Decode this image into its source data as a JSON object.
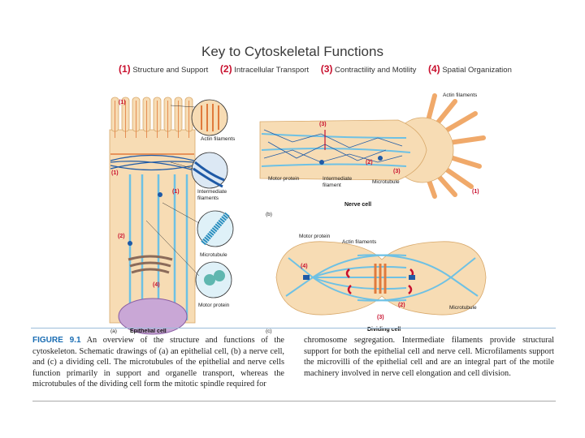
{
  "key": {
    "title": "Key to Cytoskeletal Functions",
    "items": [
      {
        "num": "(1)",
        "label": "Structure and Support"
      },
      {
        "num": "(2)",
        "label": "Intracellular Transport"
      },
      {
        "num": "(3)",
        "label": "Contractility and Motility"
      },
      {
        "num": "(4)",
        "label": "Spatial Organization"
      }
    ]
  },
  "panel_a": {
    "letter": "(a)",
    "title": "Epithelial cell",
    "labels": {
      "actin": "Actin filaments",
      "intermediate_1": "Intermediate",
      "intermediate_2": "filaments",
      "microtubule": "Microtubule",
      "motor": "Motor protein"
    },
    "nums": {
      "n1a": "(1)",
      "n1b": "(1)",
      "n1c": "(1)",
      "n2": "(2)",
      "n4": "(4)"
    }
  },
  "panel_b": {
    "letter": "(b)",
    "title": "Nerve cell",
    "labels": {
      "actin": "Actin filaments",
      "motor": "Motor protein",
      "intermediate_1": "Intermediate",
      "intermediate_2": "filament",
      "microtubule": "Microtubule"
    },
    "nums": {
      "n3": "(3)",
      "n2": "(2)",
      "n3b": "(3)",
      "n1": "(1)"
    }
  },
  "panel_c": {
    "letter": "(c)",
    "title": "Dividing cell",
    "labels": {
      "motor": "Motor protein",
      "actin": "Actin filaments",
      "microtubule": "Microtubule"
    },
    "nums": {
      "n4": "(4)",
      "n2": "(2)",
      "n3": "(3)"
    }
  },
  "caption": {
    "figure_label": "FIGURE 9.1",
    "left_text": "An overview of the structure and functions of the cytoskeleton. Schematic drawings of (a) an epithelial cell, (b) a nerve cell, and (c) a dividing cell. The microtubules of the epithelial and nerve cells function primarily in support and organelle transport, whereas the microtubules of the dividing cell form the mitotic spindle required for",
    "right_text": "chromosome segregation. Intermediate filaments provide structural support for both the epithelial cell and nerve cell. Microfilaments support the microvilli of the epithelial cell and are an integral part of the motile machinery involved in nerve cell elongation and cell division."
  },
  "colors": {
    "key_red": "#c8102e",
    "cell_fill": "#f7dcb4",
    "actin": "#e07a3c",
    "microtubule": "#6ec1e4",
    "intermediate": "#1f5aa6",
    "figure_blue": "#1a6db3"
  }
}
